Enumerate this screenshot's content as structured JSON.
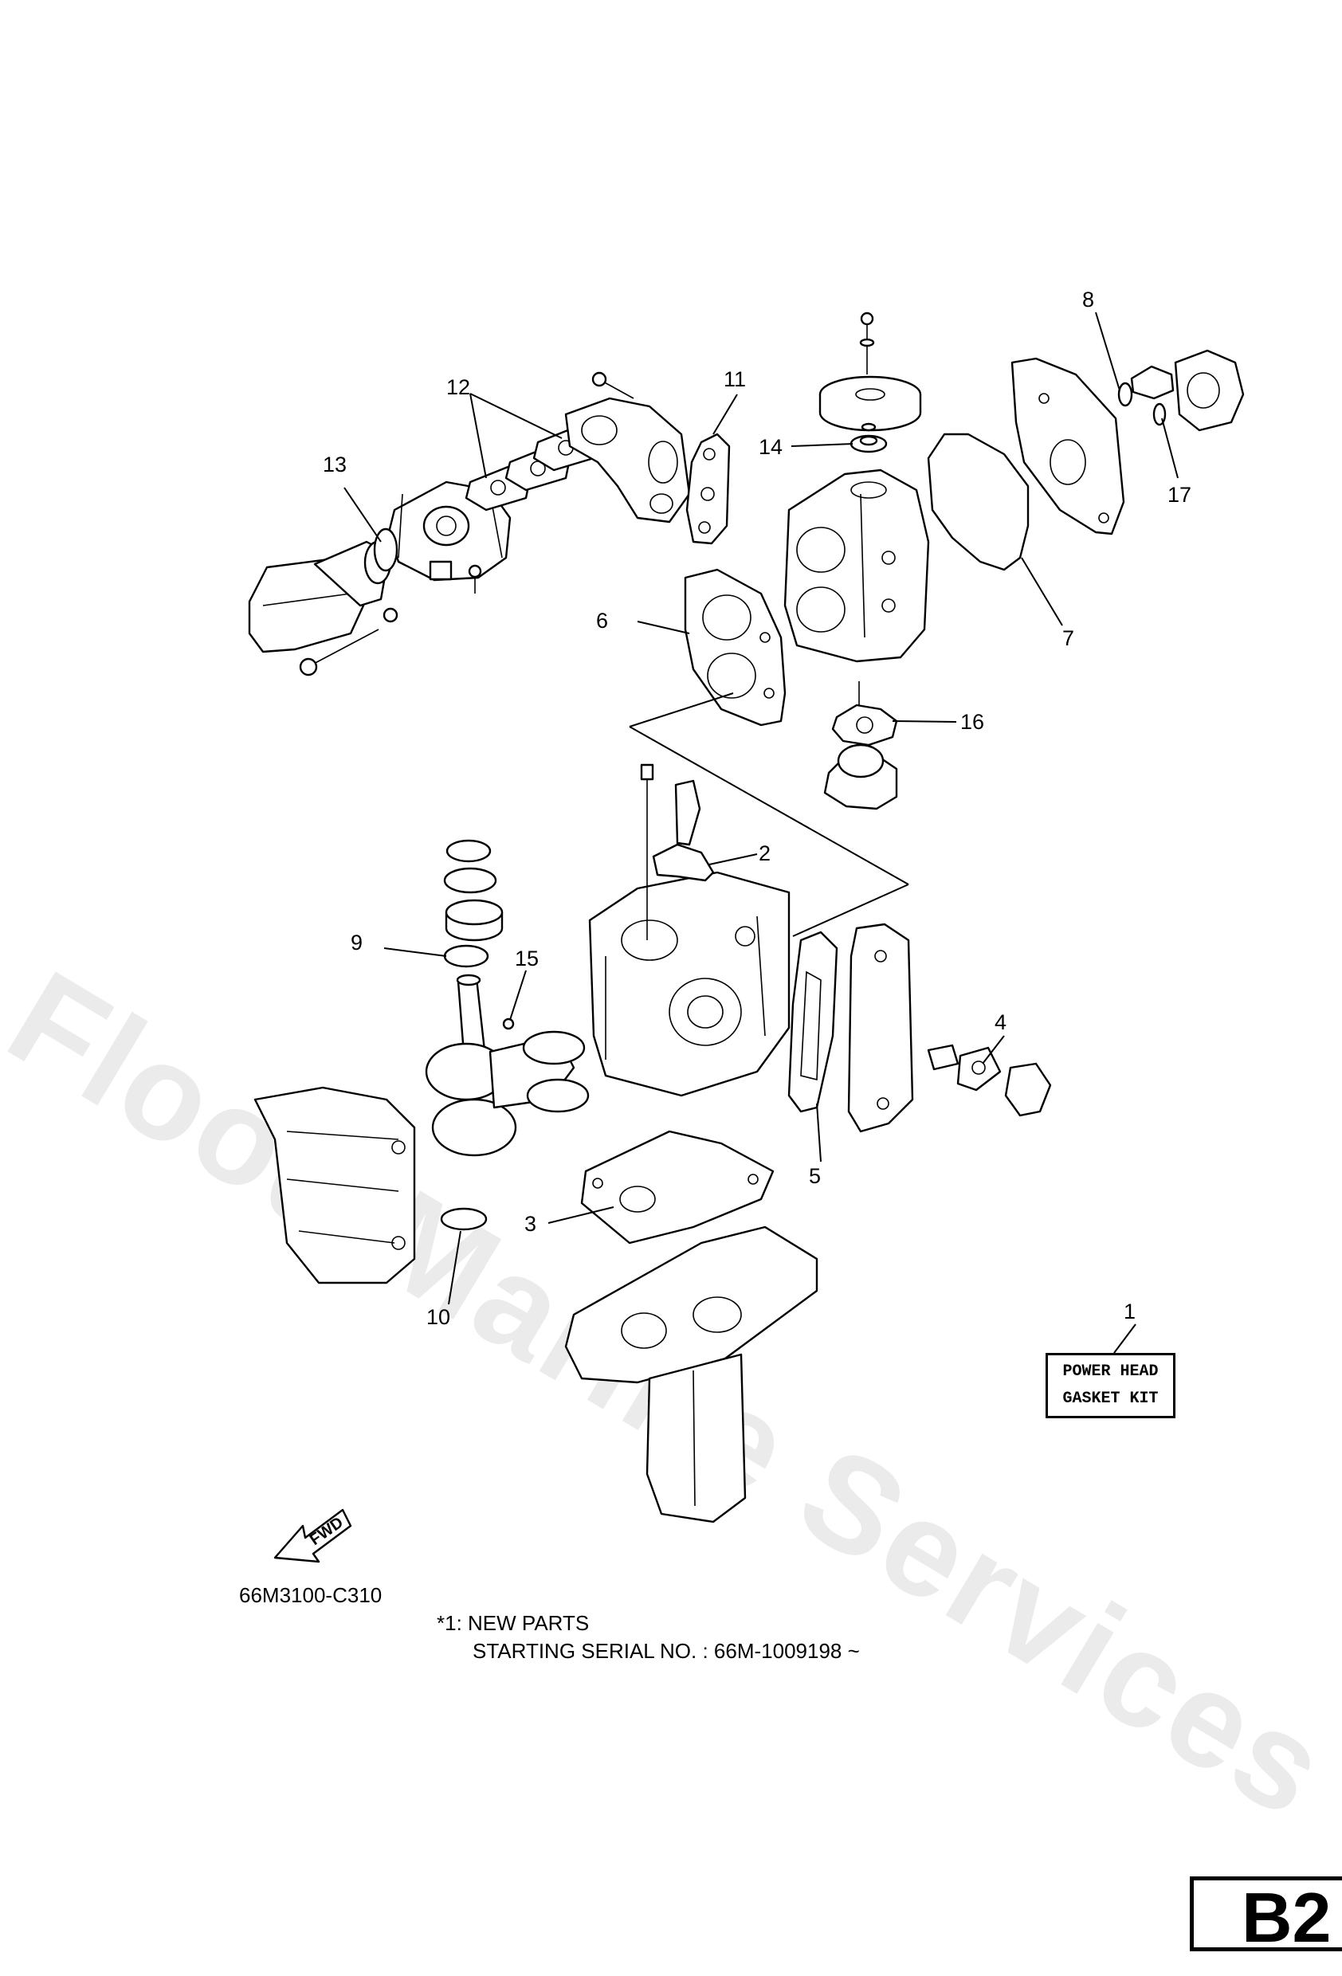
{
  "watermark": "Flood Marine Services",
  "callouts": {
    "c1": "1",
    "c2": "2",
    "c3": "3",
    "c4": "4",
    "c5": "5",
    "c6": "6",
    "c7": "7",
    "c8": "8",
    "c9": "9",
    "c10": "10",
    "c11": "11",
    "c12": "12",
    "c13": "13",
    "c14": "14",
    "c15": "15",
    "c16": "16",
    "c17": "17"
  },
  "kit_label": {
    "line1": "POWER HEAD",
    "line2": "GASKET KIT"
  },
  "fwd_label": "FWD",
  "diagram_code": "66M3100-C310",
  "notes": {
    "line1": "*1: NEW PARTS",
    "line2": "STARTING SERIAL NO. : 66M-1009198 ~"
  },
  "page_code": "B2"
}
